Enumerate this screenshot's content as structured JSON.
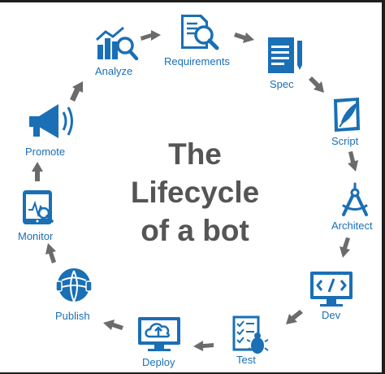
{
  "title": {
    "line1": "The",
    "line2": "Lifecycle",
    "line3": "of a bot"
  },
  "stages": {
    "analyze": "Analyze",
    "requirements": "Requirements",
    "spec": "Spec",
    "script": "Script",
    "architect": "Architect",
    "dev": "Dev",
    "test": "Test",
    "deploy": "Deploy",
    "publish": "Publish",
    "monitor": "Monitor",
    "promote": "Promote"
  },
  "colors": {
    "icon": "#1a6fb5",
    "arrow": "#6b6b6b",
    "title": "#555555"
  },
  "icons": [
    "chart-magnifier-icon",
    "document-magnifier-icon",
    "document-pen-icon",
    "scroll-feather-icon",
    "compass-icon",
    "code-monitor-icon",
    "checklist-bug-icon",
    "cloud-upload-monitor-icon",
    "headset-globe-icon",
    "tablet-chart-icon",
    "megaphone-icon"
  ]
}
